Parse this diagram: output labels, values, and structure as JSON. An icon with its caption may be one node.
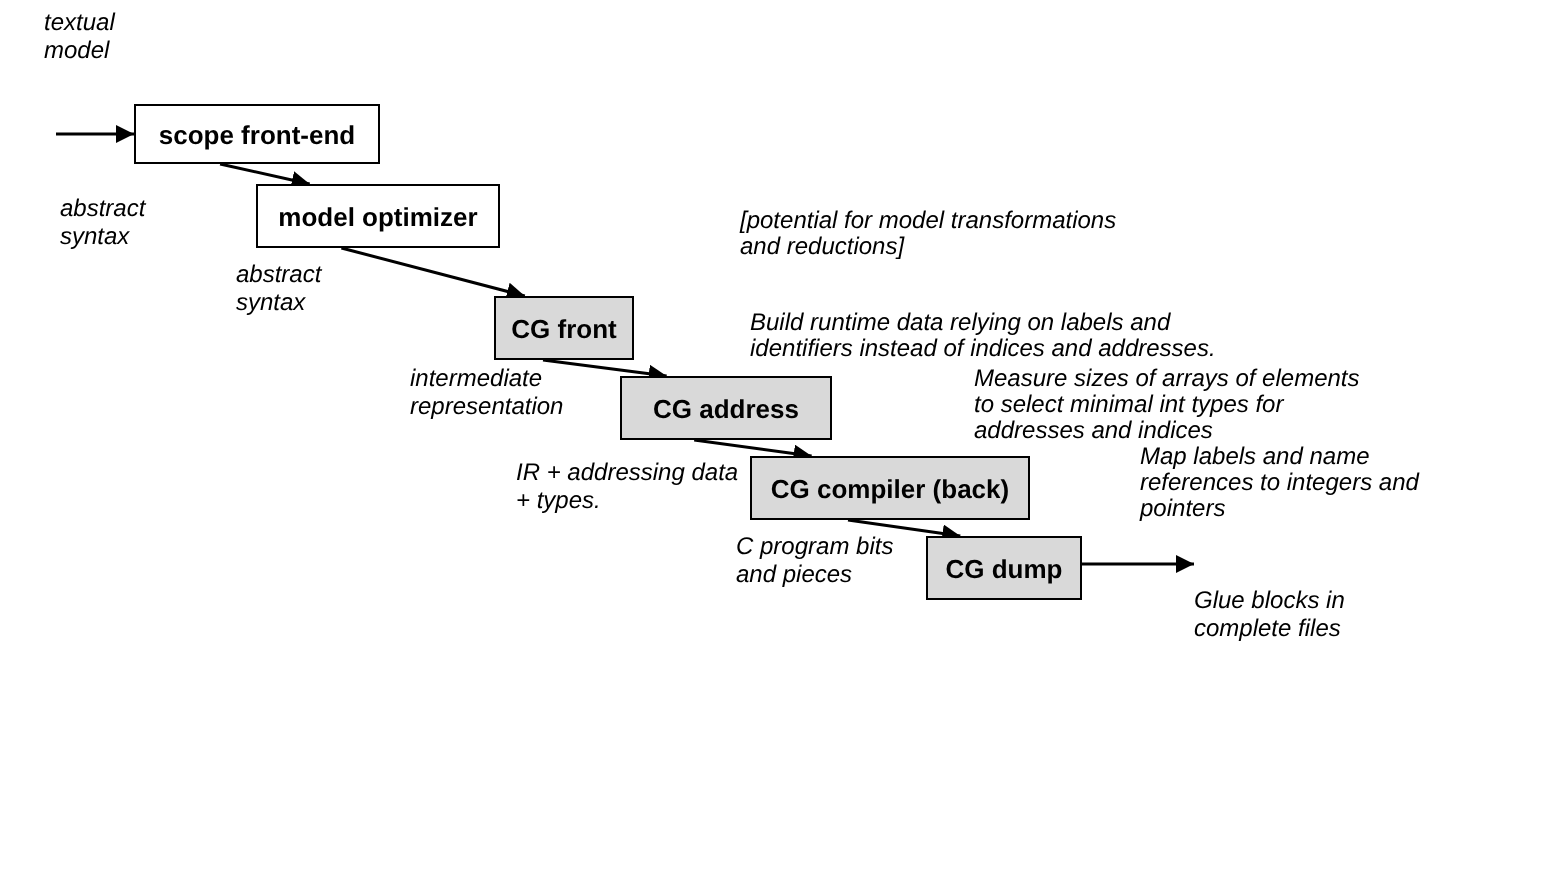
{
  "diagram": {
    "nodes": [
      {
        "text": [
          "scope front-end"
        ]
      },
      {
        "text": [
          "model optimizer"
        ]
      },
      {
        "text": [
          "CG front"
        ]
      },
      {
        "text": [
          "CG address"
        ]
      },
      {
        "text": [
          "CG compiler (back)"
        ]
      },
      {
        "text": [
          "CG dump"
        ]
      }
    ],
    "edges": [
      {
        "from": null,
        "to": 0,
        "arrow": "to",
        "label": "textual model"
      },
      {
        "from": 0,
        "to": 1,
        "arrow": "to",
        "label": "abstract syntax"
      },
      {
        "from": 1,
        "to": 2,
        "arrow": "to",
        "label": "abstract syntax"
      },
      {
        "from": 2,
        "to": 3,
        "arrow": "to",
        "label": "intermediate representation"
      },
      {
        "from": 3,
        "to": 4,
        "arrow": "to",
        "label": "IR + addressing data + types."
      },
      {
        "from": 4,
        "to": 5,
        "arrow": "to",
        "label": "C program bits and pieces"
      },
      {
        "from": 5,
        "to": null,
        "arrow": "to",
        "label": "Glue blocks in complete files"
      }
    ],
    "labels": [
      "[potential for model transformations and reductions]",
      "Build runtime data relying on labels and identifiers instead of indices and addresses.",
      "Measure sizes of arrays of elements to select minimal int types for addresses and indices",
      "Map labels and name references to integers and pointers"
    ]
  }
}
